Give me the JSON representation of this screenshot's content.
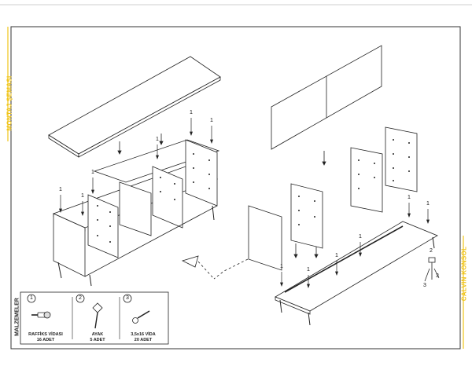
{
  "title_left": "MONTAJ ŞEMASI",
  "title_right": "CALVIN KONSOL",
  "materials": {
    "heading": "MALZEMELER",
    "items": [
      {
        "number": "1",
        "name": "RAFFİKS VİDASI",
        "quantity": "16 ADET",
        "icon": "cam-lock-screw-icon"
      },
      {
        "number": "2",
        "name": "AYAK",
        "quantity": "5 ADET",
        "icon": "furniture-leg-icon"
      },
      {
        "number": "3",
        "name": "3,5x16 VİDA",
        "quantity": "20 ADET",
        "icon": "wood-screw-icon"
      }
    ]
  },
  "callouts": {
    "one": "1",
    "two": "2",
    "three": "3"
  },
  "colors": {
    "accent": "#f0c419",
    "line": "#222222",
    "panel": "#ffffff"
  }
}
